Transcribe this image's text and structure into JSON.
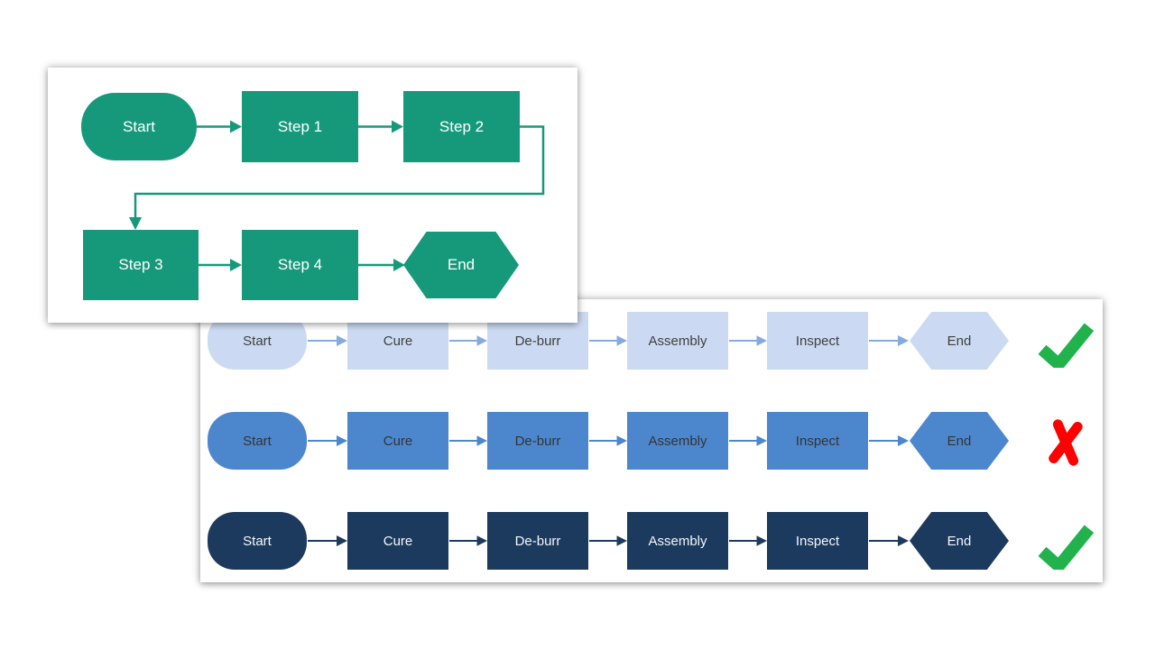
{
  "page": {
    "background": "#FFFFFF"
  },
  "colors": {
    "basic_shape_green": "#16997B",
    "basic_text": "#FFFFFF",
    "row_light_fill": "#CBDAF2",
    "row_light_arrow": "#85AADD",
    "row_light_text": "#3F3F3F",
    "row_medium_fill": "#4C87CE",
    "row_dark_fill": "#1C3A5E",
    "row_dark_text": "#FFFFFF",
    "check_green": "#22B24C",
    "cross_red": "#FF0000",
    "card_background": "#FFFFFF"
  },
  "panels": {
    "basic": {
      "shapes": [
        {
          "type": "stadium",
          "label": "Start"
        },
        {
          "type": "rect",
          "label": "Step 1"
        },
        {
          "type": "rect",
          "label": "Step 2"
        },
        {
          "type": "rect",
          "label": "Step 3"
        },
        {
          "type": "rect",
          "label": "Step 4"
        },
        {
          "type": "hexagon",
          "label": "End"
        }
      ],
      "flow": "Start > Step 1 > Step 2 > Step 3 > Step 4 > End"
    },
    "comparison": {
      "rows": [
        {
          "style": "light-blue",
          "verdict": "correct",
          "verdict_icon": "checkmark-icon",
          "steps": [
            "Start",
            "Cure",
            "De-burr",
            "Assembly",
            "Inspect",
            "End"
          ]
        },
        {
          "style": "medium-blue",
          "verdict": "incorrect",
          "verdict_icon": "cross-icon",
          "steps": [
            "Start",
            "Cure",
            "De-burr",
            "Assembly",
            "Inspect",
            "End"
          ]
        },
        {
          "style": "dark-navy",
          "verdict": "correct",
          "verdict_icon": "checkmark-icon",
          "steps": [
            "Start",
            "Cure",
            "De-burr",
            "Assembly",
            "Inspect",
            "End"
          ]
        }
      ]
    }
  }
}
